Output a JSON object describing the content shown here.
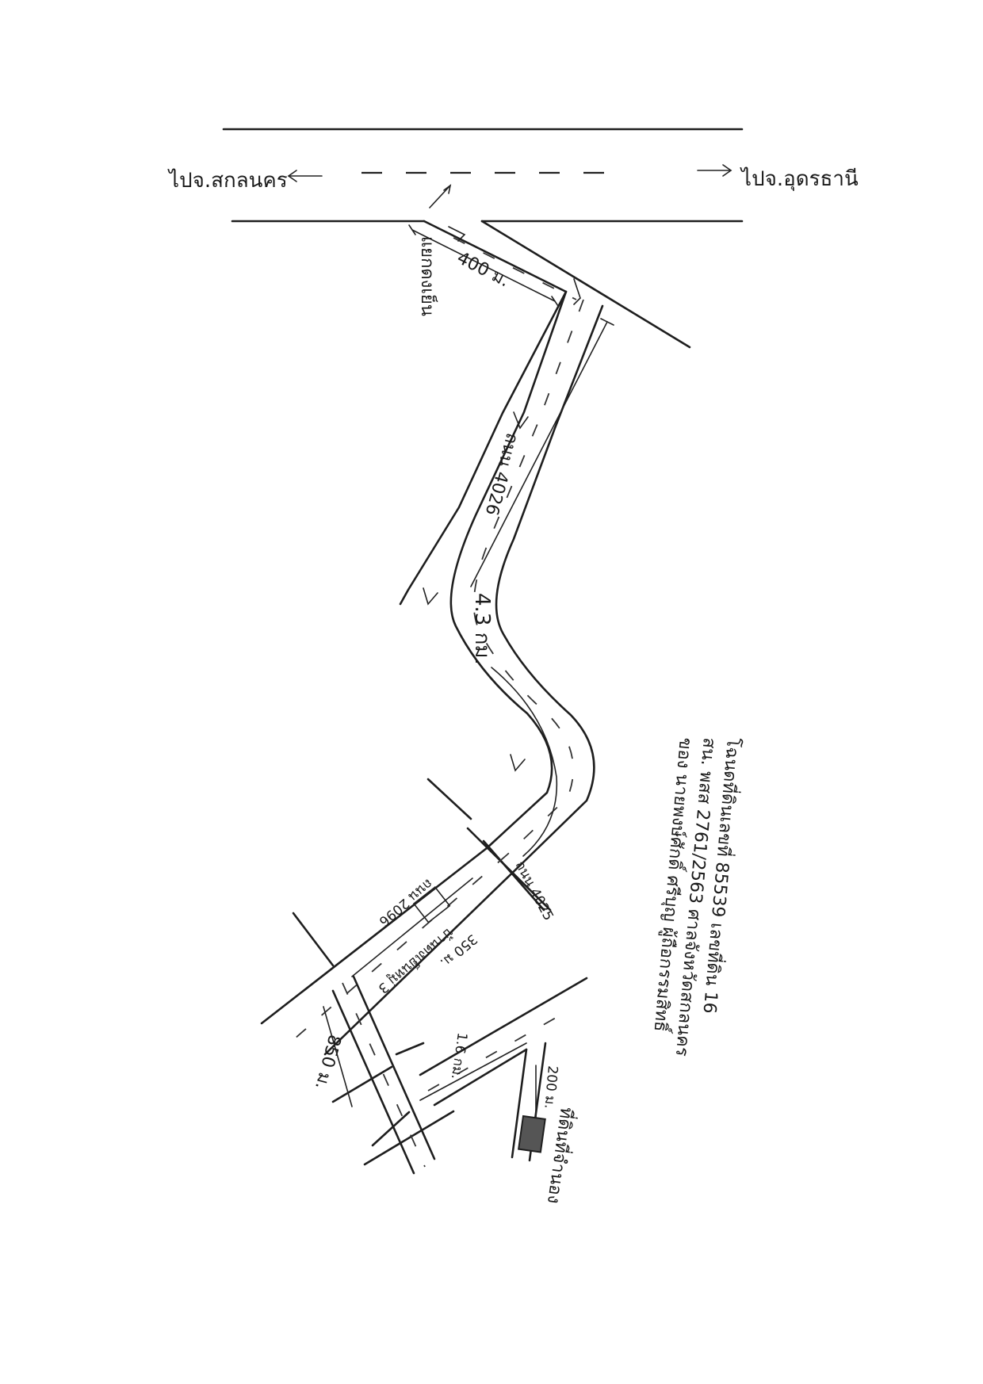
{
  "directions": {
    "left": "ไปจ.สกลนคร",
    "right": "ไปจ.อุดรธานี"
  },
  "labels": {
    "landmark_junction": "แยกดงเย็น",
    "dist_junction": "400 ม.",
    "road_main": "ถนน 4026",
    "dist_main": "4.3 กม.",
    "road_cross_a": "ถนน 4025",
    "road_cross_b": "ถนน 2096",
    "landmark_village": "บ้านดงเย็นหมู่ 3",
    "dist_village": "350 ม.",
    "dist_south": "850 ม.",
    "dist_east": "1.6 กม.",
    "dist_last": "200 ม.",
    "target": "ที่ดินที่จำนอง"
  },
  "notes": [
    "โฉนดที่ดินเลขที่ 85539 เลขที่ดิน 16",
    "สน. พสส 2761/2563 ศาลจังหวัดสกลนคร",
    "ของ นายพงษ์ศักดิ์ ศรีบุญ ผู้ถือกรรมสิทธิ์"
  ],
  "colors": {
    "ink": "#1e1e1e",
    "paper": "#ffffff",
    "target_fill": "#555555"
  },
  "icons": [
    "arrow-left-icon",
    "arrow-right-icon",
    "direction-arrow-icon",
    "target-parcel-icon"
  ]
}
